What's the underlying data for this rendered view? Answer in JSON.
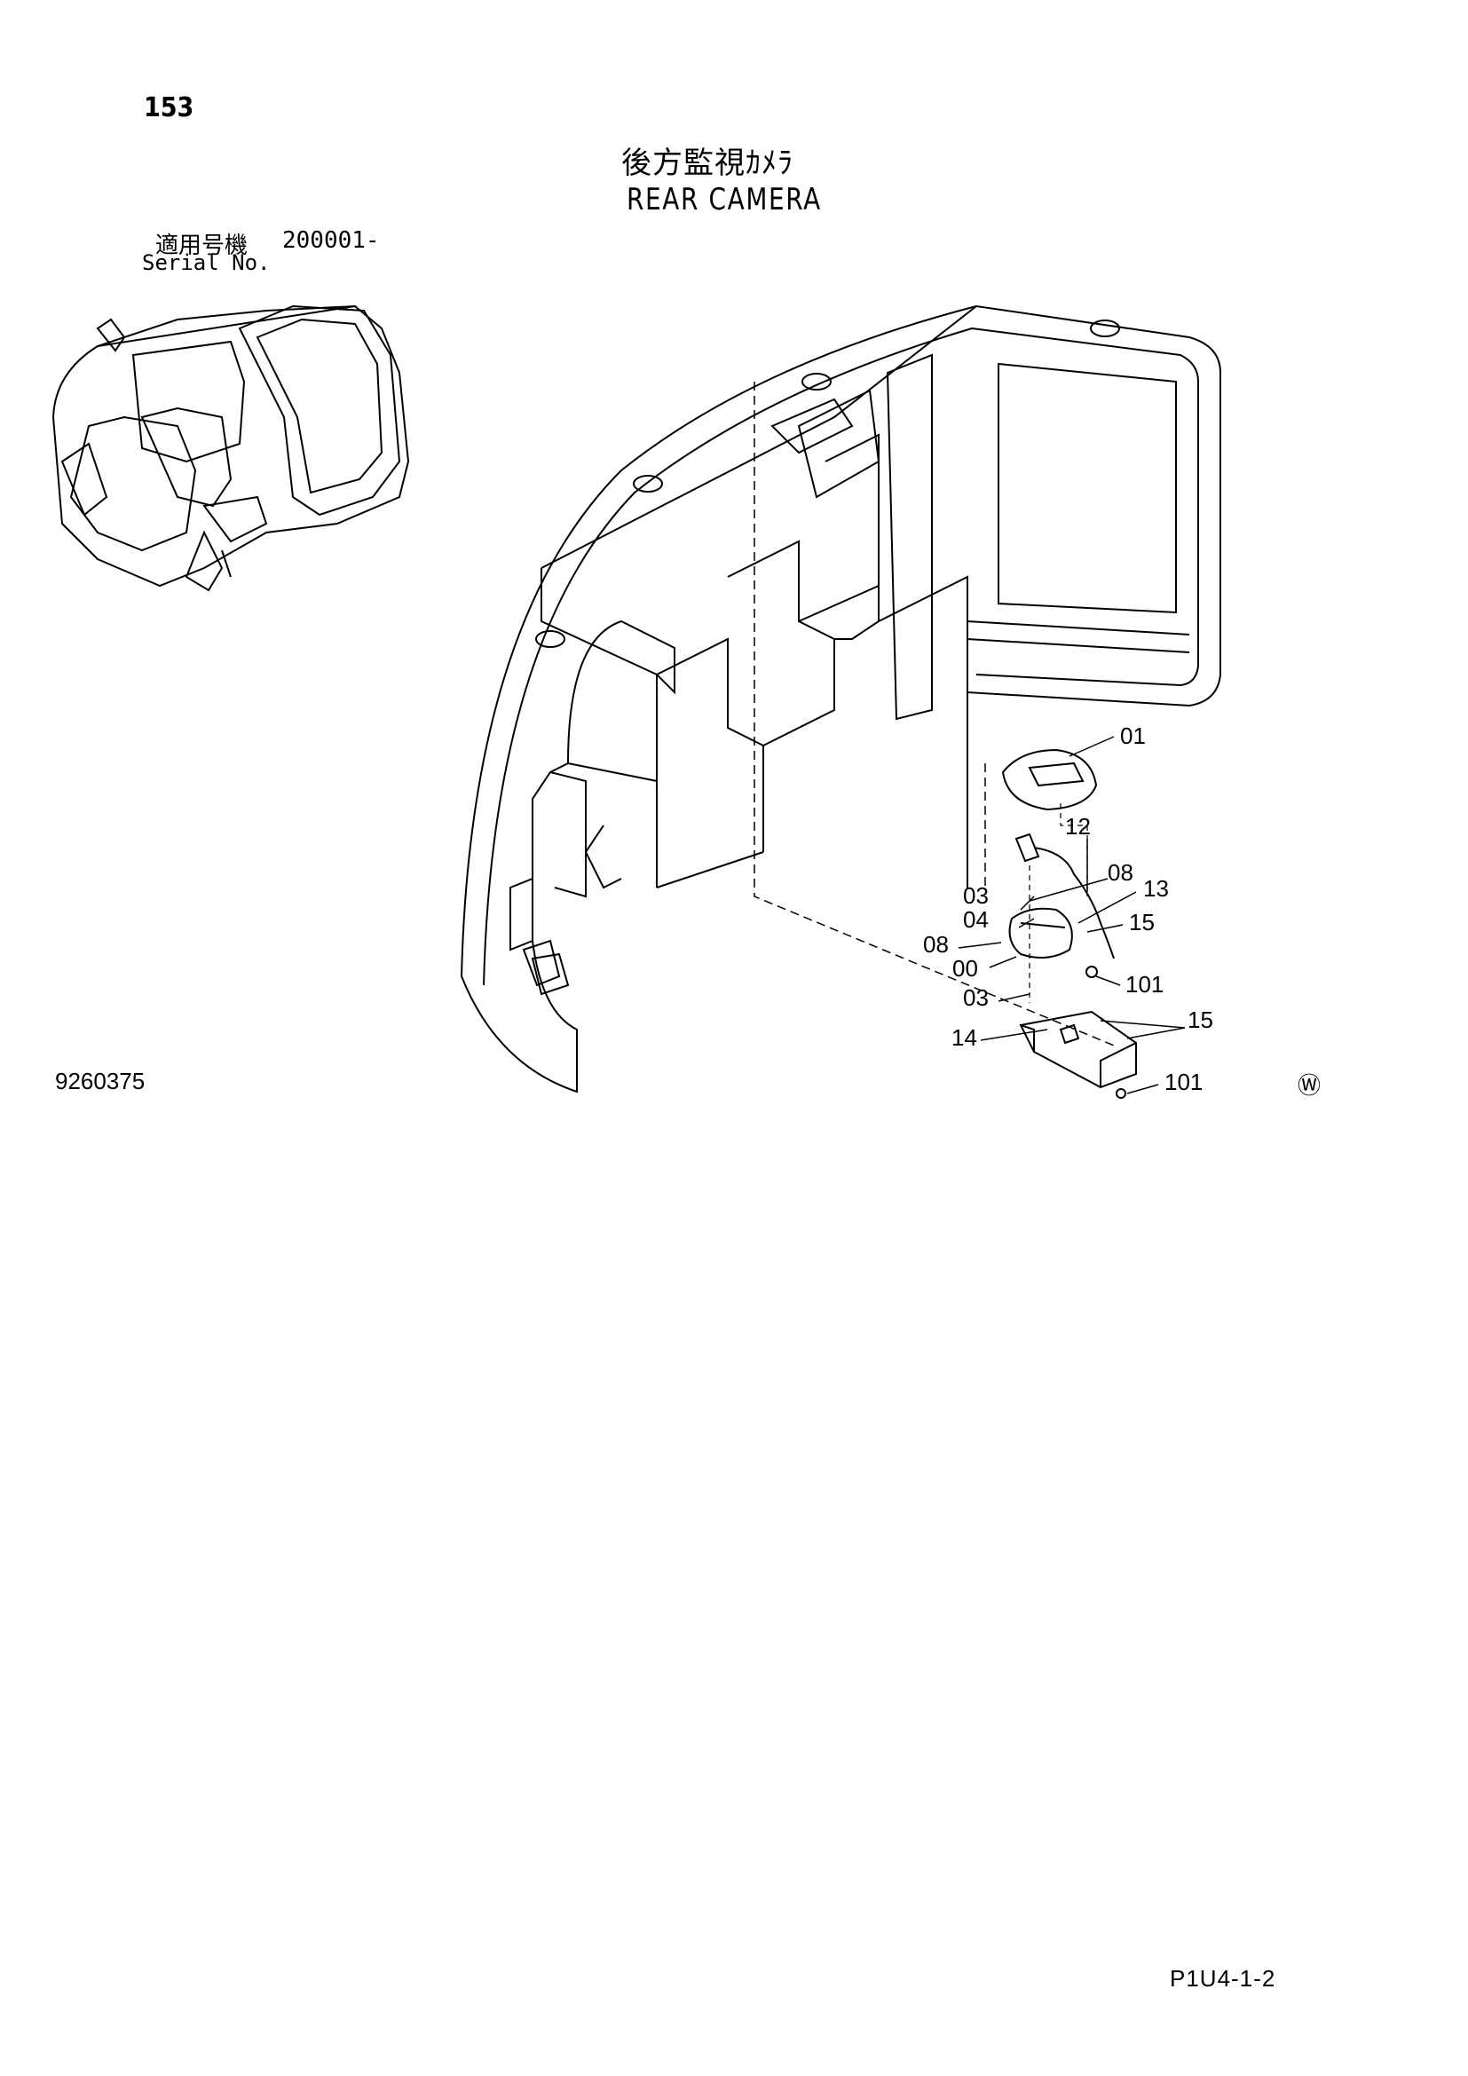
{
  "page_number": "153",
  "title": {
    "japanese": "後方監視ｶﾒﾗ",
    "english": "REAR CAMERA"
  },
  "serial": {
    "label_japanese": "適用号機",
    "value": "200001-",
    "label_english": "Serial No."
  },
  "drawing_number": "9260375",
  "watermark_symbol": "Ⓦ",
  "footer_code": "P1U4-1-2",
  "callouts": [
    {
      "id": "c01",
      "label": "01"
    },
    {
      "id": "c12",
      "label": "12"
    },
    {
      "id": "c08a",
      "label": "08"
    },
    {
      "id": "c13",
      "label": "13"
    },
    {
      "id": "c03a",
      "label": "03"
    },
    {
      "id": "c04",
      "label": "04"
    },
    {
      "id": "c15a",
      "label": "15"
    },
    {
      "id": "c08b",
      "label": "08"
    },
    {
      "id": "c00",
      "label": "00"
    },
    {
      "id": "c101a",
      "label": "101"
    },
    {
      "id": "c03b",
      "label": "03"
    },
    {
      "id": "c15b",
      "label": "15"
    },
    {
      "id": "c14",
      "label": "14"
    },
    {
      "id": "c101b",
      "label": "101"
    }
  ]
}
